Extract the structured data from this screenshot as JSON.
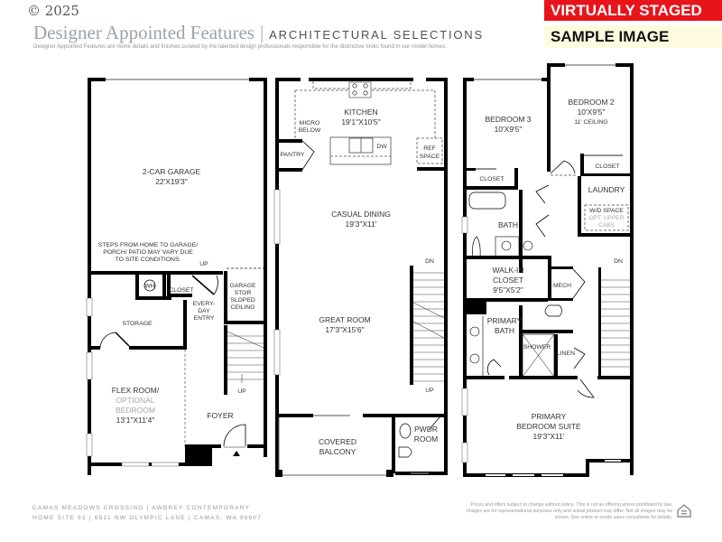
{
  "header": {
    "copyright": "© 2025",
    "brand_title": "Designer Appointed Features",
    "brand_subtitle": "ARCHITECTURAL SELECTIONS",
    "tagline": "Designer Appointed Features are home details and finishes curated by the talented design professionals responsible for the distinctive looks found in our model homes."
  },
  "badges": {
    "virtually_staged": "VIRTUALLY STAGED",
    "sample_image": "SAMPLE IMAGE",
    "virtually_staged_color": "#e8141b",
    "sample_image_color": "#fffbe0"
  },
  "floors": [
    {
      "name": "lower-floor",
      "rooms": {
        "garage": {
          "name": "2-CAR GARAGE",
          "dims": "22'X19'3\""
        },
        "garage_note": [
          "STEPS FROM HOME TO GARAGE/",
          "PORCH/ PATIO MAY VARY DUE",
          "TO SITE CONDITIONS."
        ],
        "wh": "WH",
        "closet": "CLOSET",
        "everyday_entry": [
          "EVERY-",
          "DAY",
          "ENTRY"
        ],
        "garage_stor": [
          "GARAGE",
          "STOR",
          "SLOPED",
          "CEILING"
        ],
        "storage": "STORAGE",
        "flex_room": {
          "name": "FLEX ROOM/",
          "optional": [
            "OPTIONAL",
            "BEDROOM"
          ],
          "dims": "13'1\"X11'4\""
        },
        "foyer": "FOYER",
        "stair_up_top": "UP",
        "stair_up": "UP"
      }
    },
    {
      "name": "main-floor",
      "rooms": {
        "kitchen": {
          "name": "KITCHEN",
          "dims": "19'1\"X10'5\""
        },
        "micro": [
          "MICRO",
          "BELOW"
        ],
        "dw": "DW",
        "ref_space": [
          "REF",
          "SPACE"
        ],
        "pantry": "PANTRY",
        "casual_dining": {
          "name": "CASUAL DINING",
          "dims": "19'3\"X11'"
        },
        "great_room": {
          "name": "GREAT ROOM",
          "dims": "17'3\"X15'6\""
        },
        "stair_dn": "DN",
        "stair_up": "UP",
        "covered_balcony": [
          "COVERED",
          "BALCONY"
        ],
        "pwdr_room": [
          "PWDR",
          "ROOM"
        ]
      }
    },
    {
      "name": "upper-floor",
      "rooms": {
        "bedroom3": {
          "name": "BEDROOM 3",
          "dims": "10'X9'5\""
        },
        "bedroom2": {
          "name": "BEDROOM 2",
          "dims": "10'X9'5\"",
          "note": "11' CEILING"
        },
        "closet_b3": "CLOSET",
        "closet_b2": "CLOSET",
        "laundry": "LAUNDRY",
        "wd_space": [
          "W/D SPACE",
          "OPT. UPPER",
          "CABS"
        ],
        "bath": "BATH",
        "walkin_closet": {
          "name": [
            "WALK-IN",
            "CLOSET"
          ],
          "dims": "9'5\"X5'2\""
        },
        "mech": "MECH",
        "primary_bath": [
          "PRIMARY",
          "BATH"
        ],
        "shower": "SHOWER",
        "linen": "LINEN",
        "stair_dn": "DN",
        "primary_suite": {
          "name": [
            "PRIMARY",
            "BEDROOM SUITE"
          ],
          "dims": "19'3\"X11'"
        }
      }
    }
  ],
  "footer": {
    "community_line": "CAMAS MEADOWS CROSSING  |  AWBREY CONTEMPORARY",
    "address_line": "HOME SITE 61  |  6511 NW OLYMPIC LANE  |  CAMAS, WA 98607",
    "disclaimer": "Prices and offers subject to change without notice. This is not an offering where prohibited by law. Images are for representational purposes only and actual product may differ. Not all images may be shown. See online or onsite sales consultants for details.",
    "equal_housing_icon": "equal-housing-opportunity-icon"
  }
}
